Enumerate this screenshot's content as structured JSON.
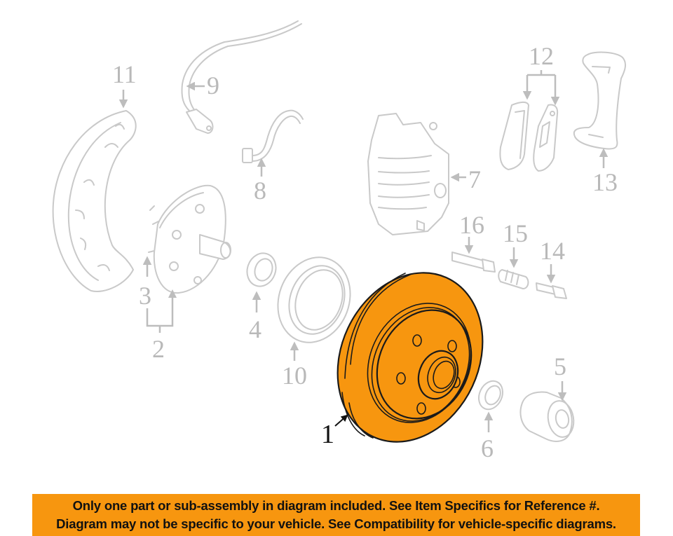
{
  "diagram": {
    "title": "Front brake assembly exploded diagram",
    "highlighted_part": {
      "number": "1",
      "name": "Brake rotor",
      "color": "#f7960f"
    },
    "callouts": [
      {
        "number": "1",
        "highlighted": true
      },
      {
        "number": "2"
      },
      {
        "number": "3"
      },
      {
        "number": "4"
      },
      {
        "number": "5"
      },
      {
        "number": "6"
      },
      {
        "number": "7"
      },
      {
        "number": "8"
      },
      {
        "number": "9"
      },
      {
        "number": "10"
      },
      {
        "number": "11"
      },
      {
        "number": "12"
      },
      {
        "number": "13"
      },
      {
        "number": "14"
      },
      {
        "number": "15"
      },
      {
        "number": "16"
      }
    ]
  },
  "banner": {
    "line1": "Only one part or sub-assembly in diagram included. See Item Specifics for Reference #.",
    "line2": "Diagram may not be specific to your vehicle. See Compatibility for vehicle-specific diagrams.",
    "background": "#f7960f"
  }
}
